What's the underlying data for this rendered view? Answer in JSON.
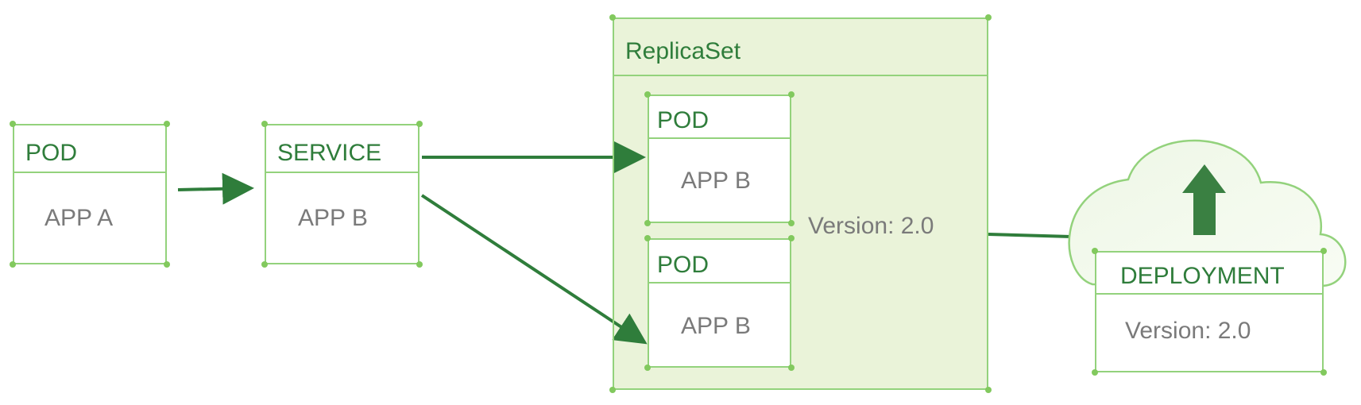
{
  "colors": {
    "border": "#93d27c",
    "title_text": "#2f7d3b",
    "body_text": "#7a7a7a",
    "arrow": "#2f7d3b",
    "replicaset_fill": "#eaf3d9"
  },
  "pod_a": {
    "title": "POD",
    "app": "APP A"
  },
  "service": {
    "title": "SERVICE",
    "app": "APP B"
  },
  "replicaset": {
    "title": "ReplicaSet",
    "version": "Version: 2.0",
    "pods": [
      {
        "title": "POD",
        "app": "APP B"
      },
      {
        "title": "POD",
        "app": "APP B"
      }
    ]
  },
  "deployment": {
    "title": "DEPLOYMENT",
    "version": "Version: 2.0",
    "icon": "upload-arrow-icon"
  }
}
